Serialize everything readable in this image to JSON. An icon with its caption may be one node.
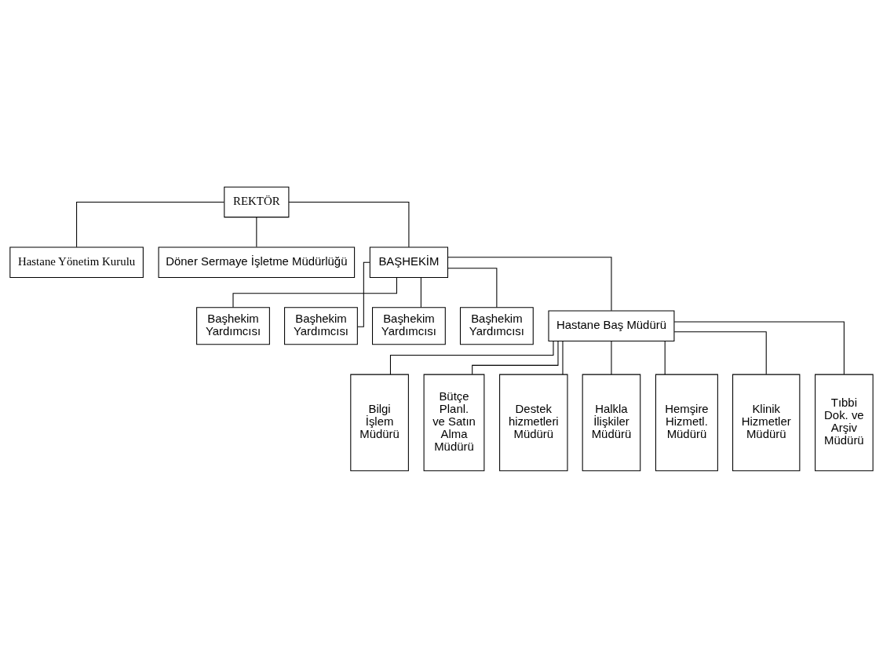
{
  "diagram": {
    "nodes": [
      {
        "text": [
          "REKTÖR"
        ]
      },
      {
        "text": [
          "Hastane Yönetim Kurulu"
        ]
      },
      {
        "text": [
          "Döner Sermaye İşletme Müdürlüğü"
        ]
      },
      {
        "text": [
          "BAŞHEKİM"
        ]
      },
      {
        "text": [
          "Başhekim Yardımcısı"
        ]
      },
      {
        "text": [
          "Başhekim Yardımcısı"
        ]
      },
      {
        "text": [
          "Başhekim Yardımcısı"
        ]
      },
      {
        "text": [
          "Başhekim Yardımcısı"
        ]
      },
      {
        "text": [
          "Hastane Baş Müdürü"
        ]
      },
      {
        "text": [
          "Bilgi İşlem Müdürü"
        ]
      },
      {
        "text": [
          "Bütçe Planl. ve Satın Alma Müdürü"
        ]
      },
      {
        "text": [
          "Destek hizmetleri Müdürü"
        ]
      },
      {
        "text": [
          "Halkla İlişkiler Müdürü"
        ]
      },
      {
        "text": [
          "Hemşire Hizmetl. Müdürü"
        ]
      },
      {
        "text": [
          "Klinik Hizmetler Müdürü"
        ]
      },
      {
        "text": [
          "Tıbbi Dok. ve Arşiv Müdürü"
        ]
      }
    ],
    "edges": [
      {
        "from": 0,
        "to": 1,
        "arrow": "none"
      },
      {
        "from": 0,
        "to": 2,
        "arrow": "none"
      },
      {
        "from": 0,
        "to": 3,
        "arrow": "none"
      },
      {
        "from": 3,
        "to": 4,
        "arrow": "none"
      },
      {
        "from": 3,
        "to": 5,
        "arrow": "none"
      },
      {
        "from": 3,
        "to": 6,
        "arrow": "none"
      },
      {
        "from": 3,
        "to": 7,
        "arrow": "none"
      },
      {
        "from": 3,
        "to": 8,
        "arrow": "none"
      },
      {
        "from": 8,
        "to": 9,
        "arrow": "none"
      },
      {
        "from": 8,
        "to": 10,
        "arrow": "none"
      },
      {
        "from": 8,
        "to": 11,
        "arrow": "none"
      },
      {
        "from": 8,
        "to": 12,
        "arrow": "none"
      },
      {
        "from": 8,
        "to": 13,
        "arrow": "none"
      },
      {
        "from": 8,
        "to": 14,
        "arrow": "none"
      },
      {
        "from": 8,
        "to": 15,
        "arrow": "none"
      }
    ]
  }
}
